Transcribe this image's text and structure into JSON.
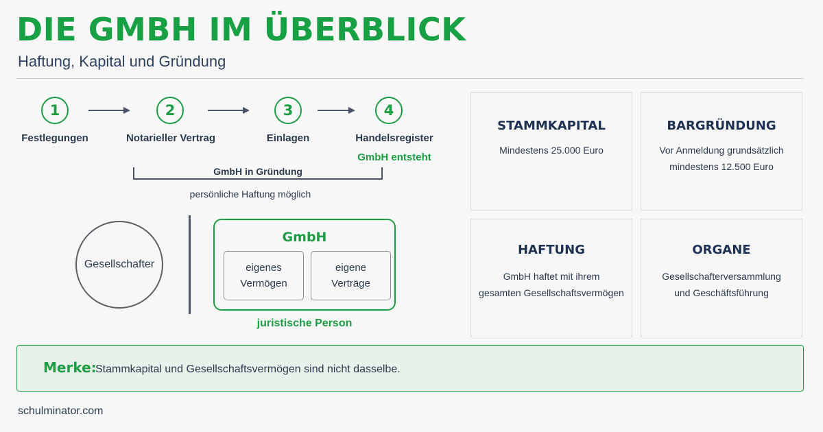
{
  "header": {
    "title": "DIE GMBH IM ÜBERBLICK",
    "subtitle": "Haftung, Kapital und Gründung"
  },
  "steps": [
    {
      "number": "1",
      "label": "Festlegungen"
    },
    {
      "number": "2",
      "label": "Notarieller Vertrag"
    },
    {
      "number": "3",
      "label": "Einlagen"
    },
    {
      "number": "4",
      "label": "Handelsregister"
    }
  ],
  "step4_note": "GmbH entsteht",
  "bracket": {
    "label": "GmbH in Gründung",
    "note": "persönliche Haftung möglich"
  },
  "person": {
    "label": "Gesellschafter"
  },
  "gmbh": {
    "title": "GmbH",
    "box1": [
      "eigenes",
      "Vermögen"
    ],
    "box2": [
      "eigene",
      "Verträge"
    ],
    "caption": "juristische Person"
  },
  "cards": [
    {
      "title": "STAMMKAPITAL",
      "lines": [
        "Mindestens 25.000 Euro"
      ]
    },
    {
      "title": "BARGRÜNDUNG",
      "lines": [
        "Vor Anmeldung grundsätzlich",
        "mindestens 12.500 Euro"
      ]
    },
    {
      "title": "HAFTUNG",
      "lines": [
        "GmbH haftet mit ihrem",
        "gesamten Gesellschaftsvermögen"
      ]
    },
    {
      "title": "ORGANE",
      "lines": [
        "Gesellschafterversammlung",
        "und Geschäftsführung"
      ]
    }
  ],
  "merke": {
    "label": "Merke:",
    "text": "Stammkapital und Gesellschaftsvermögen sind nicht dasselbe."
  },
  "footer": "schulminator.com",
  "colors": {
    "accent_green": "#1e9c44",
    "title_green": "#18a045",
    "navy": "#1f3152",
    "text": "#2c3a4e",
    "background": "#f6f7f6",
    "merke_background": "#e8f2ea"
  }
}
